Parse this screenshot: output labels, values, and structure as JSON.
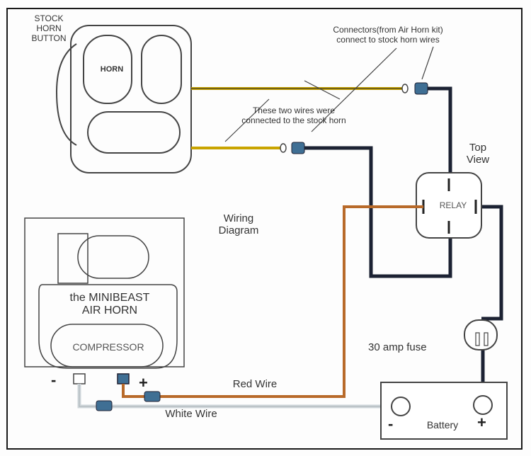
{
  "labels": {
    "stock_horn_button": "STOCK\nHORN\nBUTTON",
    "connectors_note": "Connectors(from Air Horn kit)\nconnect to stock horn wires",
    "wires_note": "These two wires were\nconnected to the stock horn",
    "top_view": "Top\nView",
    "wiring_diagram": "Wiring\nDiagram",
    "relay": "RELAY",
    "horn_button_text": "HORN",
    "product_line1": "the MINIBEAST",
    "product_line2": "AIR HORN",
    "compressor": "COMPRESSOR",
    "fuse": "30 amp fuse",
    "red_wire": "Red Wire",
    "white_wire": "White Wire",
    "battery": "Battery",
    "minus": "-",
    "plus": "+"
  },
  "colors": {
    "frame": "#1a1a1a",
    "dark_wire": "#1c2233",
    "yellow_wire": "#c9a400",
    "red_wire": "#b86a2a",
    "white_wire": "#cfd6da",
    "connector_blue": "#3f6f94",
    "outline": "#444444"
  }
}
